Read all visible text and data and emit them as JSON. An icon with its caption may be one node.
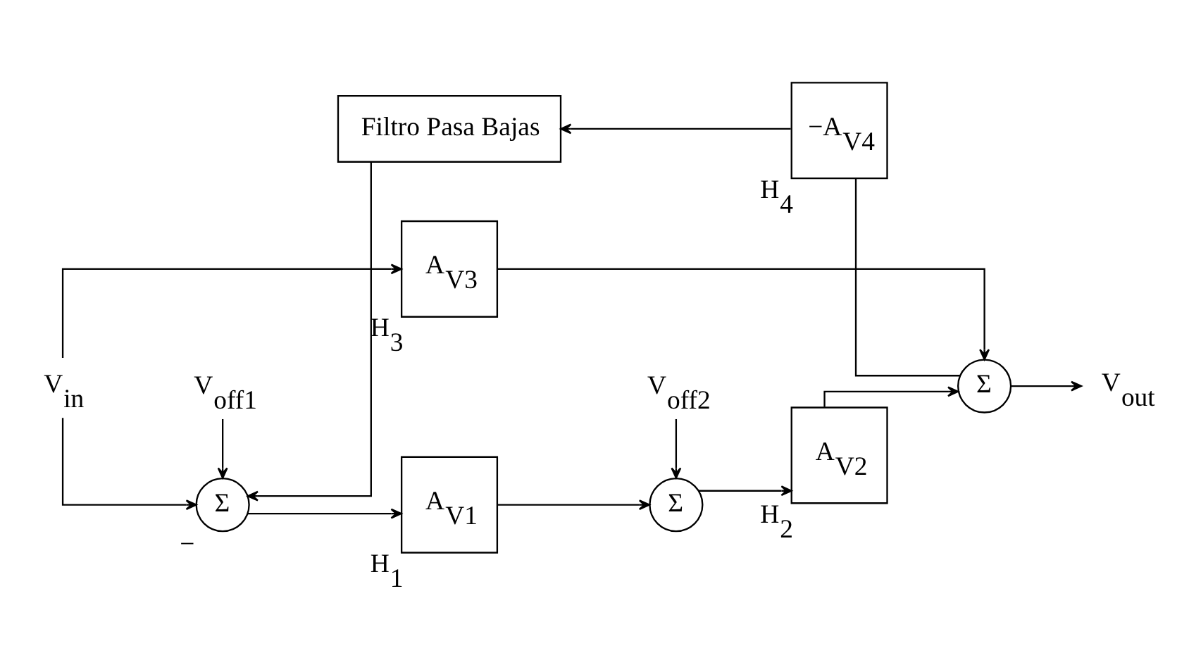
{
  "diagram": {
    "nodes": [
      {
        "text": [
          "V$_{in}$"
        ]
      },
      {
        "text": [
          "Σ"
        ],
        "beside": [
          "−"
        ]
      },
      {
        "text": [
          "V$_{off1}$"
        ]
      },
      {
        "text": [
          "H$_{1}$",
          "A$_{V1}$"
        ]
      },
      {
        "text": [
          "V$_{off2}$"
        ]
      },
      {
        "text": [
          "Σ"
        ]
      },
      {
        "text": [
          "H$_{2}$",
          "A$_{V2}$"
        ]
      },
      {
        "text": [
          "Σ"
        ]
      },
      {
        "text": [
          "V$_{out}$"
        ]
      },
      {
        "text": [
          "H$_{4}$",
          "−A$_{V4}$"
        ]
      },
      {
        "text": [
          "Filtro Pasa Bajas"
        ]
      },
      {
        "text": [
          "H$_{3}$",
          "A$_{V3}$"
        ]
      }
    ],
    "edges": [
      {
        "from": 0,
        "to": 1,
        "arrow": "to"
      },
      {
        "from": 0,
        "to": 11,
        "arrow": "to"
      },
      {
        "from": 2,
        "to": 1,
        "arrow": "to"
      },
      {
        "from": 1,
        "to": 3,
        "arrow": "to"
      },
      {
        "from": 3,
        "to": 5,
        "arrow": "to"
      },
      {
        "from": 4,
        "to": 5,
        "arrow": "to"
      },
      {
        "from": 5,
        "to": 6,
        "arrow": "to"
      },
      {
        "from": 6,
        "to": 7,
        "arrow": "to"
      },
      {
        "from": 11,
        "to": 7,
        "arrow": "to"
      },
      {
        "from": 7,
        "to": 8,
        "arrow": "to"
      },
      {
        "from": 7,
        "to": 9,
        "arrow": "none"
      },
      {
        "from": 9,
        "to": 10,
        "arrow": "to"
      },
      {
        "from": 10,
        "to": 1,
        "arrow": "to"
      }
    ]
  }
}
